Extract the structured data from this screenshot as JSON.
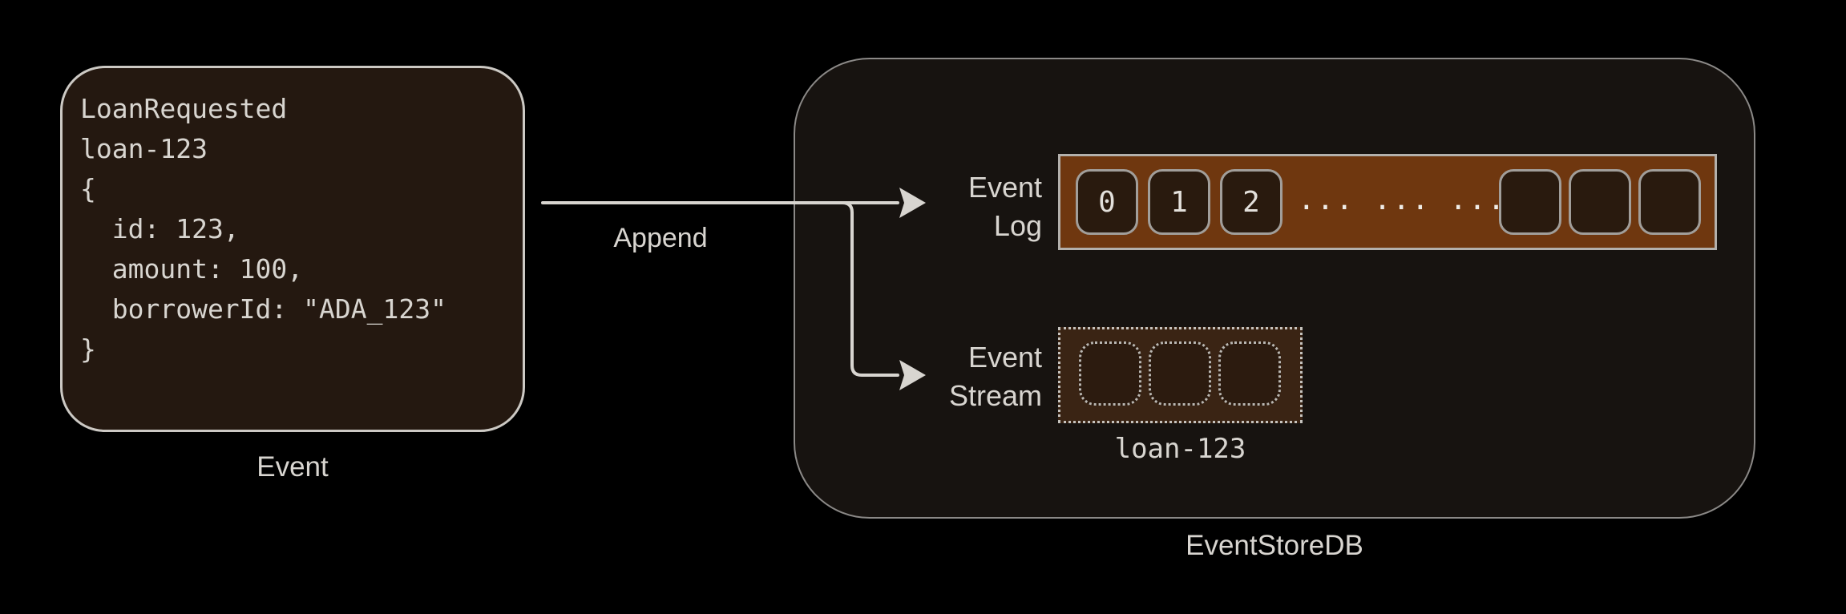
{
  "colors": {
    "canvas_bg": "#000000",
    "event_card_bg": "#241810",
    "container_bg": "#171310",
    "log_bar_orange": "#6F370F",
    "log_cell_bg": "#291A0E",
    "stream_rect_bg": "#3A2414",
    "stream_cell_bg": "#2C1B0F",
    "text": "#D8D5D0",
    "border_light": "#CCC9C4",
    "border_dim": "#8B8987"
  },
  "event_card": {
    "code": "LoanRequested\nloan-123\n{\n  id: 123,\n  amount: 100,\n  borrowerId: \"ADA_123\"\n}",
    "caption": "Event"
  },
  "append": {
    "label": "Append"
  },
  "eventstoredb": {
    "caption": "EventStoreDB",
    "event_log": {
      "label_line1": "Event",
      "label_line2": "Log",
      "numbered_cells": [
        "0",
        "1",
        "2"
      ],
      "ellipsis": "... ... ...",
      "empty_cell_count": 3
    },
    "event_stream": {
      "label_line1": "Event",
      "label_line2": "Stream",
      "empty_cell_count": 3,
      "stream_name": "loan-123"
    }
  }
}
